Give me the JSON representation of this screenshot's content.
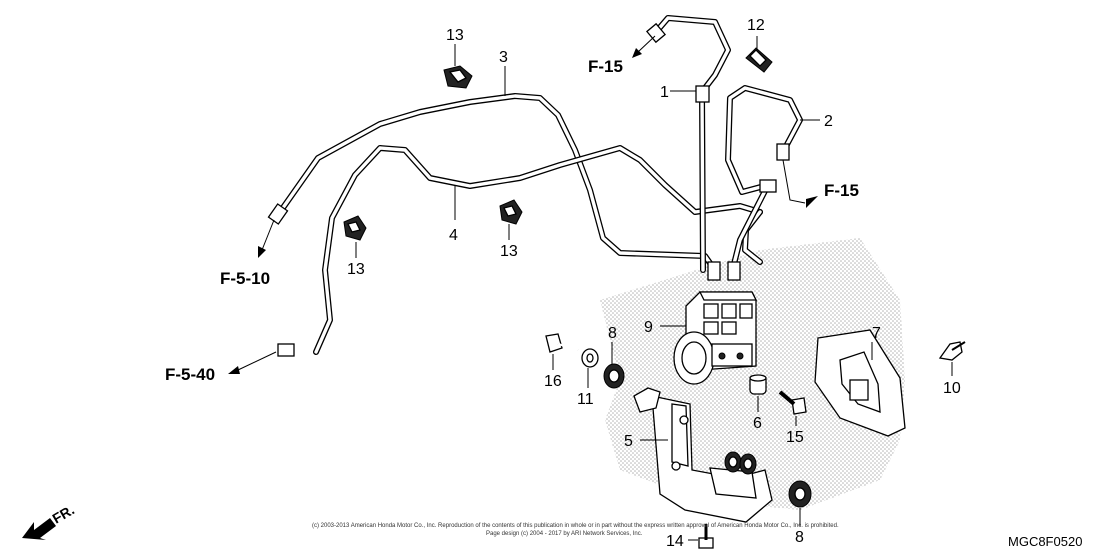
{
  "diagram": {
    "callouts": {
      "c1": "1",
      "c2": "2",
      "c3": "3",
      "c4": "4",
      "c5": "5",
      "c6": "6",
      "c7": "7",
      "c8a": "8",
      "c8b": "8",
      "c9": "9",
      "c10": "10",
      "c11": "11",
      "c12": "12",
      "c13a": "13",
      "c13b": "13",
      "c13c": "13",
      "c14": "14",
      "c15": "15",
      "c16": "16"
    },
    "references": {
      "f15_top": "F-15",
      "f15_right": "F-15",
      "f510": "F-5-10",
      "f540": "F-5-40"
    },
    "direction_label": "FR.",
    "diagram_code": "MGC8F0520",
    "copyright_line1": "(c) 2003-2013 American Honda Motor Co., Inc. Reproduction of the contents of this publication in whole or in part without the express written approval of American Honda Motor Co., Inc. is prohibited.",
    "copyright_line2": "Page design (c) 2004 - 2017 by ARI Network Services, Inc."
  }
}
